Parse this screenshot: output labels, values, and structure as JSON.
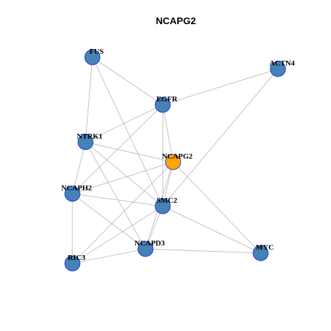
{
  "figure": {
    "title": "NCAPG2"
  },
  "style": {
    "edge_color": "#b3b3b3",
    "node_fill": "#4682b4",
    "hub_fill": "#ffa500",
    "node_stroke": "#1c3cd6"
  },
  "nodes": [
    {
      "id": "FUS",
      "label": "FUS",
      "hub": false
    },
    {
      "id": "ACTN4",
      "label": "ACTN4",
      "hub": false
    },
    {
      "id": "EGFR",
      "label": "EGFR",
      "hub": false
    },
    {
      "id": "NTRK1",
      "label": "NTRK1",
      "hub": false
    },
    {
      "id": "NCAPG2",
      "label": "NCAPG2",
      "hub": true
    },
    {
      "id": "NCAPH2",
      "label": "NCAPH2",
      "hub": false
    },
    {
      "id": "SMC2",
      "label": "SMC2",
      "hub": false
    },
    {
      "id": "NCAPD3",
      "label": "NCAPD3",
      "hub": false
    },
    {
      "id": "MYC",
      "label": "MYC",
      "hub": false
    },
    {
      "id": "RIC3",
      "label": "RIC3",
      "hub": false
    }
  ],
  "edges": [
    [
      "FUS",
      "EGFR"
    ],
    [
      "FUS",
      "NTRK1"
    ],
    [
      "FUS",
      "SMC2"
    ],
    [
      "ACTN4",
      "EGFR"
    ],
    [
      "ACTN4",
      "SMC2"
    ],
    [
      "EGFR",
      "NTRK1"
    ],
    [
      "EGFR",
      "NCAPG2"
    ],
    [
      "EGFR",
      "SMC2"
    ],
    [
      "EGFR",
      "NCAPH2"
    ],
    [
      "NTRK1",
      "NCAPG2"
    ],
    [
      "NTRK1",
      "NCAPH2"
    ],
    [
      "NTRK1",
      "SMC2"
    ],
    [
      "NTRK1",
      "NCAPD3"
    ],
    [
      "NCAPG2",
      "NCAPH2"
    ],
    [
      "NCAPG2",
      "SMC2"
    ],
    [
      "NCAPG2",
      "NCAPD3"
    ],
    [
      "NCAPG2",
      "MYC"
    ],
    [
      "NCAPG2",
      "RIC3"
    ],
    [
      "NCAPH2",
      "SMC2"
    ],
    [
      "NCAPH2",
      "NCAPD3"
    ],
    [
      "NCAPH2",
      "RIC3"
    ],
    [
      "SMC2",
      "NCAPD3"
    ],
    [
      "SMC2",
      "MYC"
    ],
    [
      "SMC2",
      "RIC3"
    ],
    [
      "NCAPD3",
      "MYC"
    ],
    [
      "NCAPD3",
      "RIC3"
    ]
  ]
}
